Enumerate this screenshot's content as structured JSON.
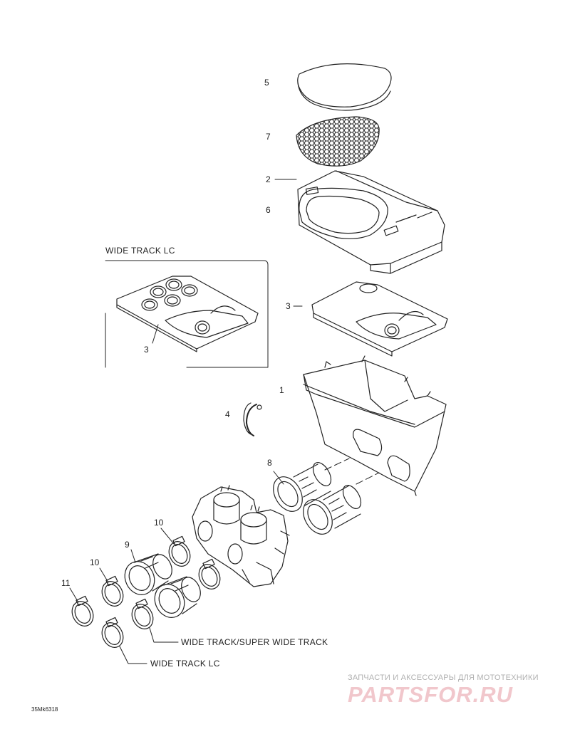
{
  "callouts": {
    "p5": "5",
    "p7": "7",
    "p2": "2",
    "p6": "6",
    "p3a": "3",
    "p3b": "3",
    "p1": "1",
    "p4": "4",
    "p8": "8",
    "p10a": "10",
    "p9": "9",
    "p10b": "10",
    "p11": "11"
  },
  "captions": {
    "wide_track_lc_box": "WIDE TRACK LC",
    "wide_track_super": "WIDE TRACK/SUPER WIDE TRACK",
    "wide_track_lc_bottom": "WIDE TRACK LC"
  },
  "drawing_code": "35Mk6318",
  "watermark": {
    "tagline": "ЗАПЧАСТИ И АКСЕССУАРЫ ДЛЯ МОТОТЕХНИКИ",
    "logo": "PARTSFOR.RU"
  }
}
